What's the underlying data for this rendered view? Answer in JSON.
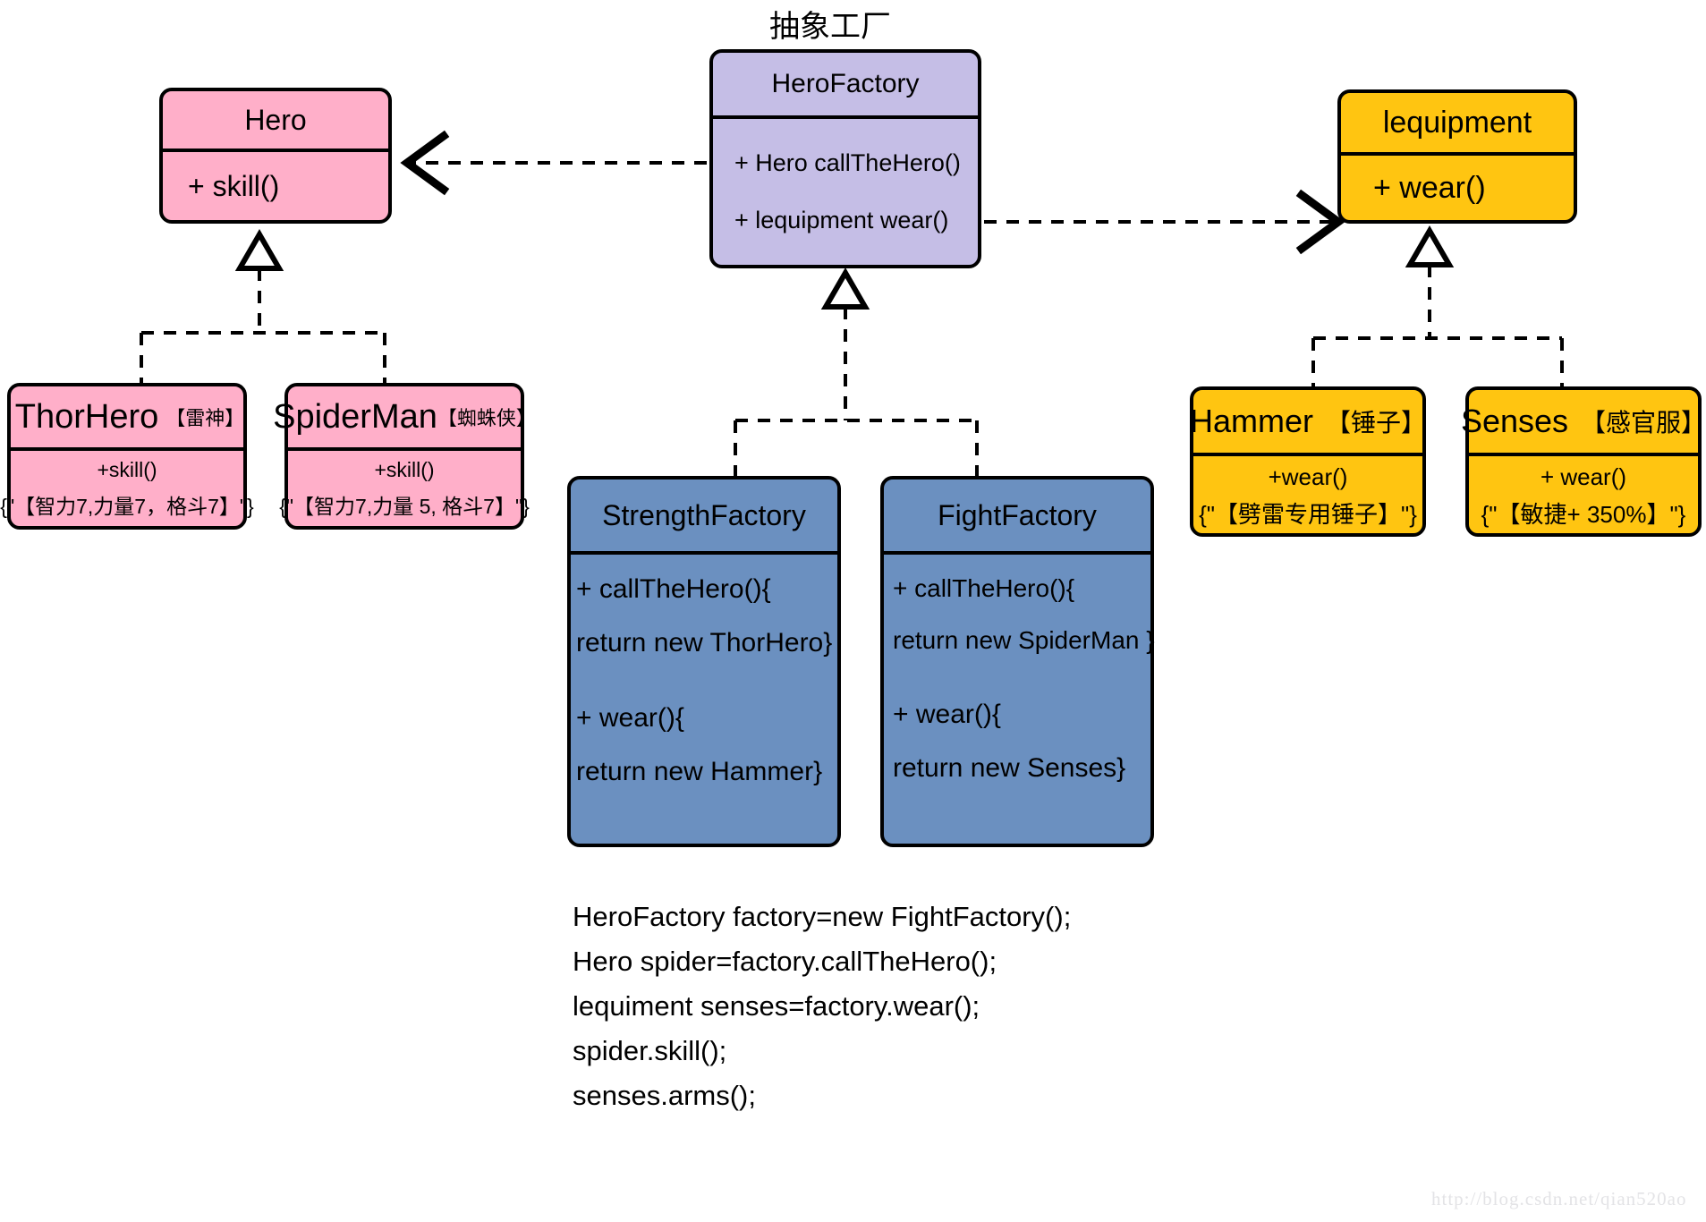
{
  "diagram": {
    "title": "抽象工厂",
    "watermark": "http://blog.csdn.net/qian520ao"
  },
  "colors": {
    "pink": "#FFAFC9",
    "purple": "#C5BEE6",
    "yellow": "#FFC511",
    "blue": "#6B90C0",
    "stroke": "#000000",
    "background": "#FFFFFF",
    "watermark": "#E3E3E6"
  },
  "classes": {
    "hero": {
      "name": "Hero",
      "members": [
        "+  skill()"
      ]
    },
    "thorhero": {
      "name": "ThorHero",
      "annotation": "【雷神】",
      "members": [
        "+skill()",
        "{\"【智力7,力量7，格斗7】\"}"
      ]
    },
    "spiderman": {
      "name": "SpiderMan",
      "annotation": "【蜘蛛侠】",
      "members": [
        "+skill()",
        "{\"【智力7,力量 5, 格斗7】\"}"
      ]
    },
    "herofactory": {
      "name": "HeroFactory",
      "members": [
        "+ Hero callTheHero()",
        "+ lequipment  wear()"
      ]
    },
    "lequipment": {
      "name": "lequipment",
      "members": [
        "+   wear()"
      ]
    },
    "hammer": {
      "name": "Hammer",
      "annotation": "【锤子】",
      "members": [
        "+wear()",
        "{\"【劈雷专用锤子】\"}"
      ]
    },
    "senses": {
      "name": "Senses",
      "annotation": "【感官服】",
      "members": [
        "+ wear()",
        "{\"【敏捷+ 350%】\"}"
      ]
    },
    "strengthfactory": {
      "name": "StrengthFactory",
      "members": [
        "+  callTheHero(){",
        "return new ThorHero}",
        " +  wear(){",
        "return new Hammer}"
      ]
    },
    "fightfactory": {
      "name": "FightFactory",
      "members": [
        "+  callTheHero(){",
        "return new SpiderMan }",
        "+  wear(){",
        "return new Senses}"
      ]
    }
  },
  "relations": [
    {
      "from": "HeroFactory",
      "to": "Hero",
      "type": "dependency"
    },
    {
      "from": "HeroFactory",
      "to": "lequipment",
      "type": "dependency"
    },
    {
      "from": "ThorHero",
      "to": "Hero",
      "type": "realization"
    },
    {
      "from": "SpiderMan",
      "to": "Hero",
      "type": "realization"
    },
    {
      "from": "StrengthFactory",
      "to": "HeroFactory",
      "type": "realization"
    },
    {
      "from": "FightFactory",
      "to": "HeroFactory",
      "type": "realization"
    },
    {
      "from": "Hammer",
      "to": "lequipment",
      "type": "realization"
    },
    {
      "from": "Senses",
      "to": "lequipment",
      "type": "realization"
    }
  ],
  "code": {
    "lines": [
      "HeroFactory factory=new FightFactory();",
      "Hero spider=factory.callTheHero();",
      "lequiment senses=factory.wear();",
      "spider.skill();",
      "senses.arms();"
    ]
  }
}
